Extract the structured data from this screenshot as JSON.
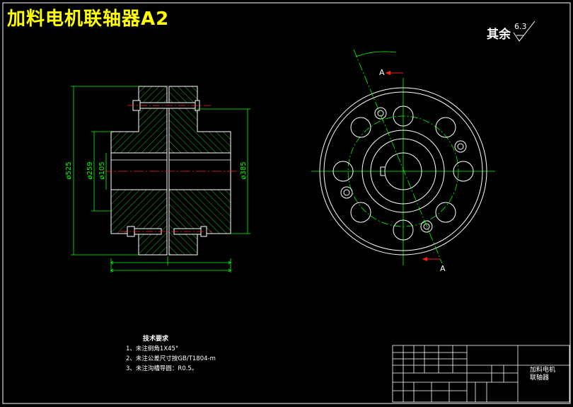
{
  "drawing": {
    "title": "加料电机联轴器A2",
    "roughness_prefix": "其余",
    "roughness_value": "6.3"
  },
  "dimensions": {
    "d525": "ø525",
    "d259": "ø259",
    "d105": "ø105",
    "d385": "ø385",
    "section_label": "A"
  },
  "tech_requirements": {
    "heading": "技术要求",
    "items": [
      "1、未注倒角1X45°",
      "2、未注公差尺寸按GB/T1804-m",
      "3、未注沟槽导圆：R0.5。"
    ]
  },
  "title_block": {
    "part_name_line1": "加料电机",
    "part_name_line2": "联轴器"
  },
  "colors": {
    "background": "#000000",
    "geometry": "#ffffff",
    "dimension": "#00ff00",
    "center_line": "#ff0000",
    "title": "#ffff00"
  }
}
